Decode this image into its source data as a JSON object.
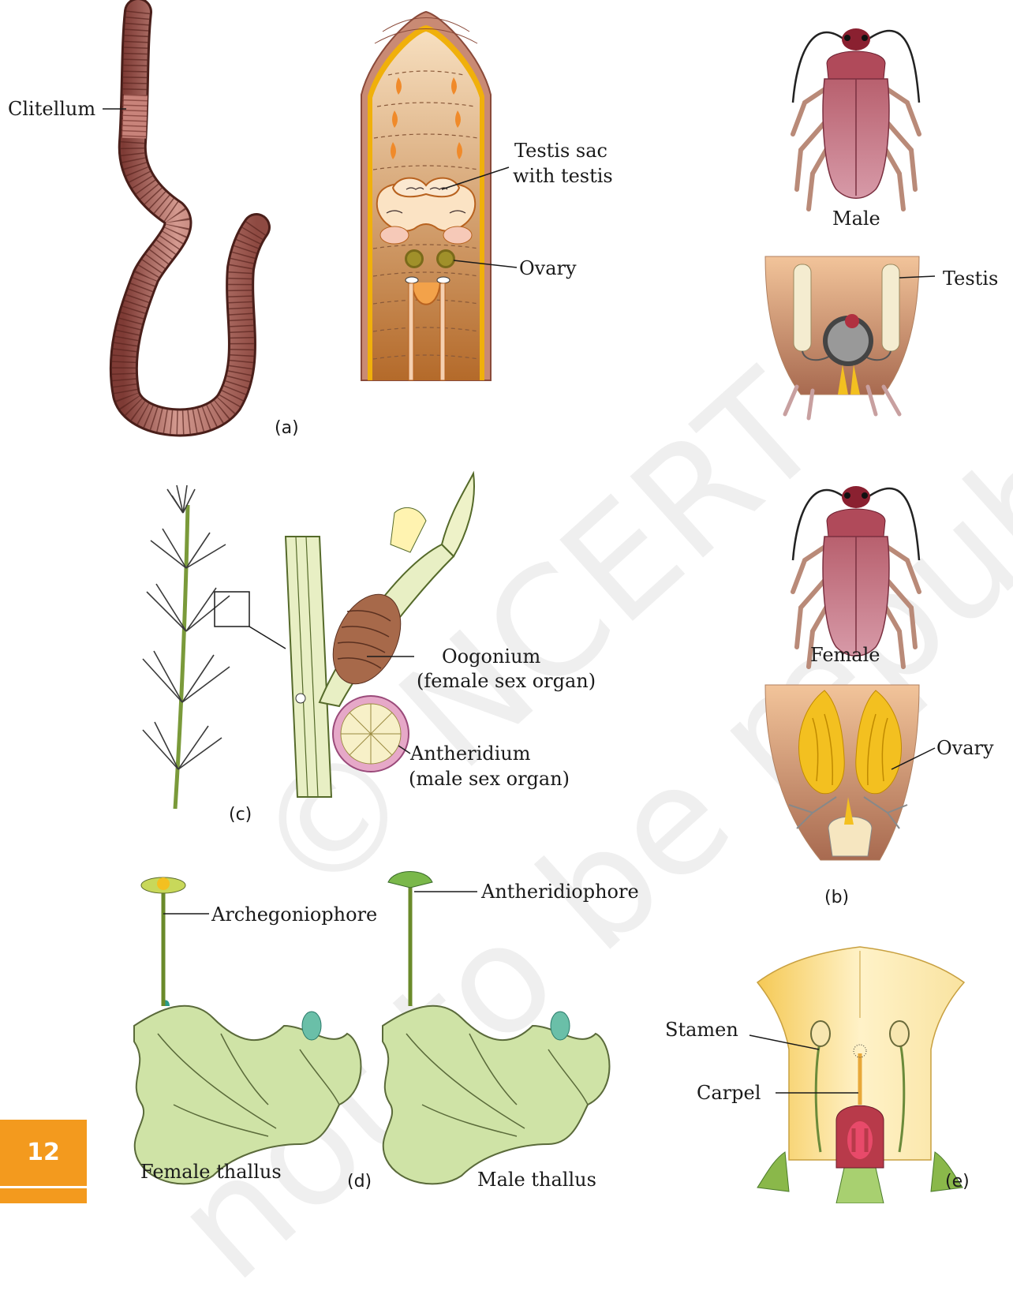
{
  "earthworm": {
    "clitellum": "Clitellum",
    "testis_sac": [
      "Testis sac",
      "with testis"
    ],
    "ovary": "Ovary",
    "panel": "(a)"
  },
  "cockroach": {
    "male": "Male",
    "female": "Female",
    "testis": "Testis",
    "ovary": "Ovary",
    "panel": "(b)"
  },
  "chara": {
    "oogonium": [
      "Oogonium",
      "(female sex organ)"
    ],
    "antheridium": [
      "Antheridium",
      "(male sex organ)"
    ],
    "panel": "(c)"
  },
  "marchantia": {
    "archegoniophore": "Archegoniophore",
    "antheridiophore": "Antheridiophore",
    "female_thallus": "Female thallus",
    "male_thallus": "Male thallus",
    "panel": "(d)"
  },
  "flower": {
    "stamen": "Stamen",
    "carpel": "Carpel",
    "panel": "(e)"
  },
  "page_number": "12",
  "watermark": {
    "line1": "© NCERT",
    "line2": "not to be republished"
  },
  "colors": {
    "accent": "#f39a1e",
    "worm": "#b9706a",
    "thallus": "#cfe3a6",
    "flower": "#f7dc8a",
    "ovary_yellow": "#f3c020"
  }
}
